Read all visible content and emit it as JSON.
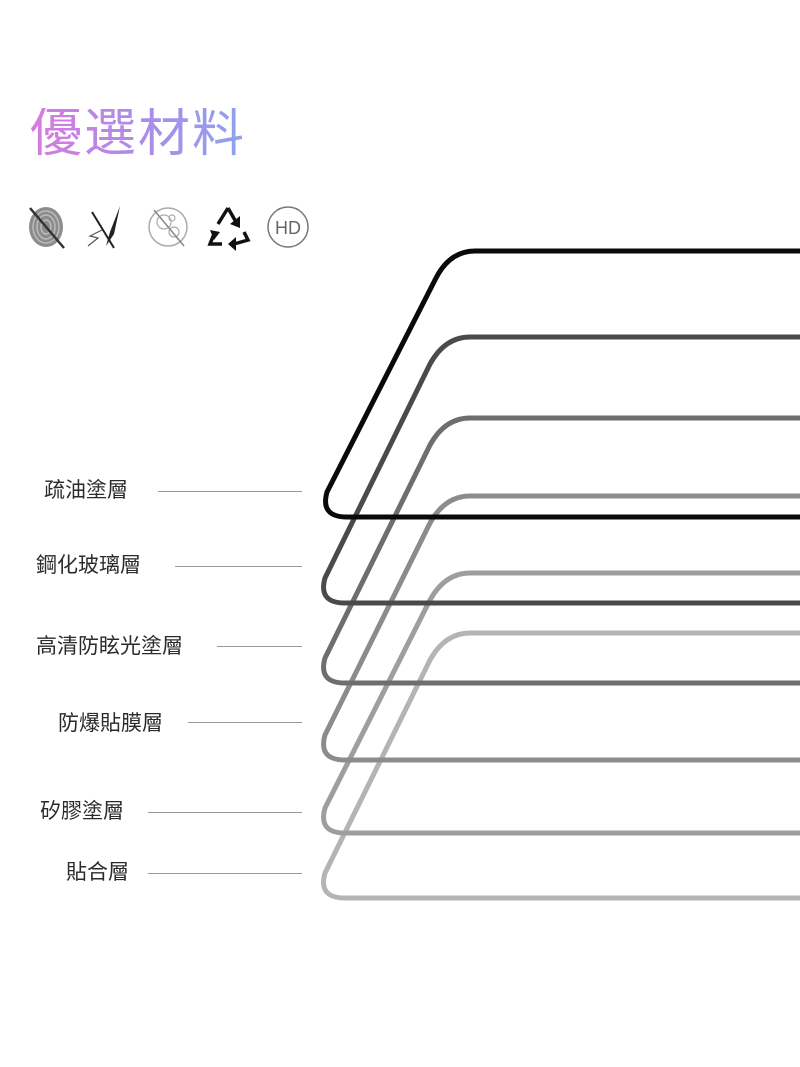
{
  "title": "優選材料",
  "feature_icons": [
    {
      "name": "fingerprint-icon"
    },
    {
      "name": "scratch-icon"
    },
    {
      "name": "no-bubble-icon"
    },
    {
      "name": "recycle-icon"
    },
    {
      "name": "hd-icon",
      "text": "HD"
    }
  ],
  "layers": [
    {
      "label": "疏油塗層"
    },
    {
      "label": "鋼化玻璃層"
    },
    {
      "label": "高清防眩光塗層"
    },
    {
      "label": "防爆貼膜層"
    },
    {
      "label": "矽膠塗層"
    },
    {
      "label": "貼合層"
    }
  ]
}
